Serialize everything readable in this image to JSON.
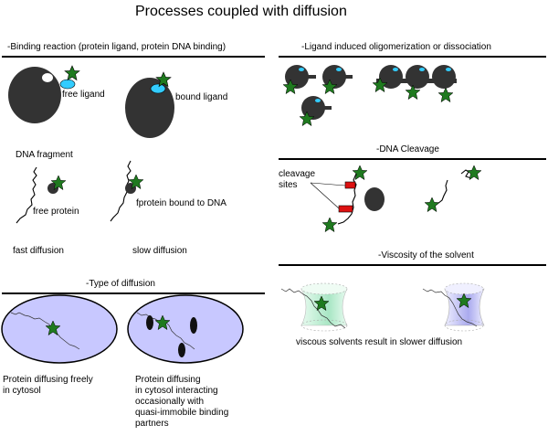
{
  "title": "Processes coupled with diffusion",
  "sections": {
    "binding": {
      "heading": "-Binding reaction  (protein ligand, protein DNA binding)",
      "free_ligand": "free ligand",
      "bound_ligand": "bound ligand",
      "dna_fragment": "DNA fragment",
      "free_protein": "free protein",
      "protein_bound_dna": "fprotein bound to DNA",
      "fast_diffusion": "fast diffusion",
      "slow_diffusion": "slow diffusion"
    },
    "oligomerization": {
      "heading": "-Ligand induced oligomerization or dissociation"
    },
    "cleavage": {
      "heading": "-DNA Cleavage",
      "sites_line1": "cleavage",
      "sites_line2": "sites"
    },
    "viscosity": {
      "heading": "-Viscosity of the solvent",
      "caption": "viscous solvents result in slower diffusion"
    },
    "diffusion_type": {
      "heading": "-Type of diffusion",
      "free_line1": "Protein diffusing freely",
      "free_line2": "in cytosol",
      "interact_lines": [
        "Protein diffusing",
        "in cytosol interacting",
        "occasionally with",
        "quasi-immobile binding",
        "partners"
      ]
    }
  },
  "colors": {
    "protein": "#333333",
    "ligand": "#33ccff",
    "star": "#1f7a1f",
    "cleavage_site": "#dd1111",
    "cell": "#c8c8ff",
    "viscous_green": "#b6eccd",
    "viscous_blue": "#b9b9f0"
  },
  "icons": [
    "star-ligand-icon",
    "protein-blob-icon",
    "dna-strand-icon",
    "cleavage-site-icon"
  ]
}
